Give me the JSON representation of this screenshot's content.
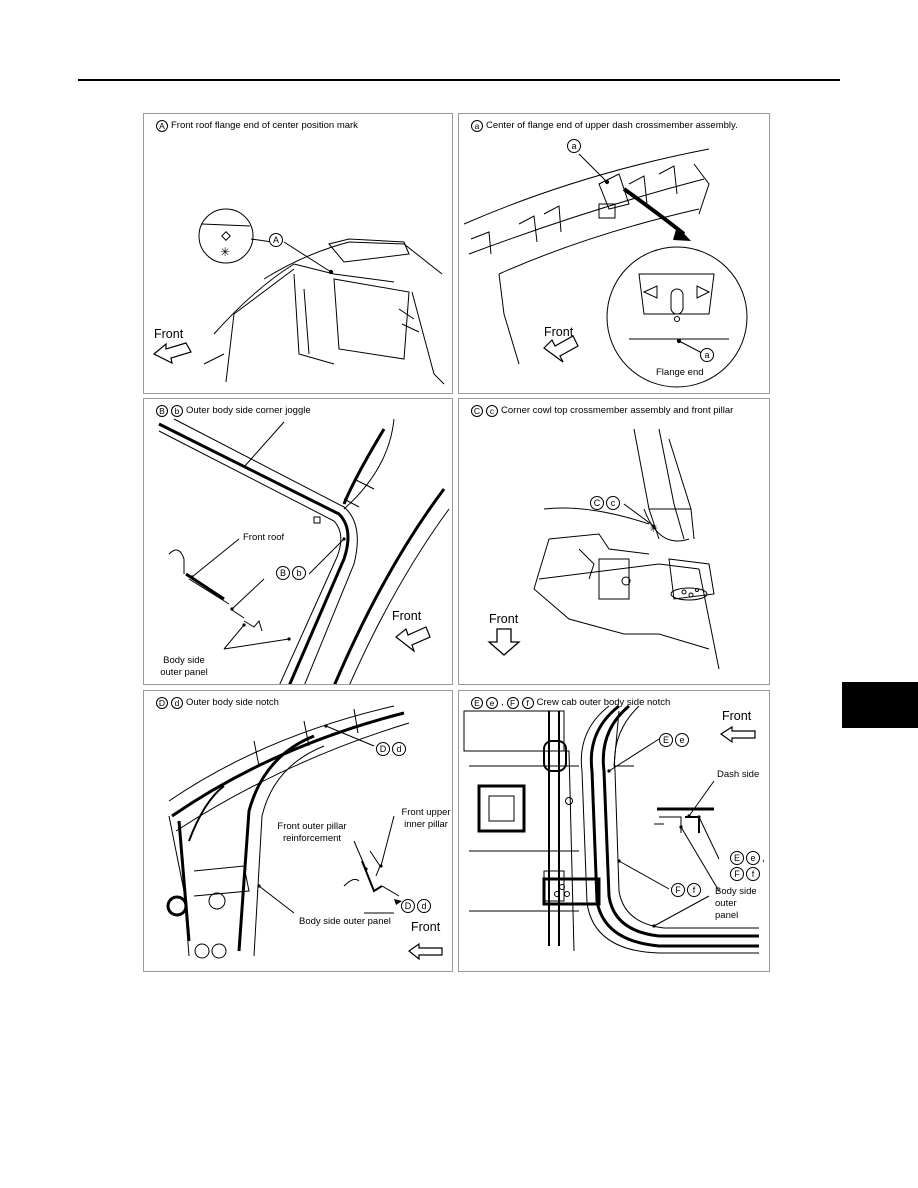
{
  "panels": {
    "a": {
      "title": "Front roof flange end of center position mark",
      "ref": [
        "A"
      ],
      "callout": "A",
      "front": "Front"
    },
    "b": {
      "title": "Center of flange end of upper dash crossmember assembly.",
      "ref": [
        "a"
      ],
      "callout_top": "a",
      "callout_zoom": "a",
      "front": "Front",
      "zoom_label": "Flange end"
    },
    "c": {
      "title": "Outer body side corner joggle",
      "ref": [
        "B",
        "b"
      ],
      "labels": {
        "front_roof": "Front roof",
        "body_side": "Body side",
        "outer_panel": "outer panel"
      },
      "callout": [
        "B",
        "b"
      ],
      "front": "Front"
    },
    "d": {
      "title": "Corner cowl top crossmember assembly and front pillar",
      "ref": [
        "C",
        "c"
      ],
      "callout": [
        "C",
        "c"
      ],
      "front": "Front"
    },
    "e": {
      "title": "Outer body side notch",
      "ref": [
        "D",
        "d"
      ],
      "labels": {
        "front_outer_pillar": "Front outer pillar",
        "reinforcement": "reinforcement",
        "front_upper": "Front upper",
        "inner_pillar": "inner pillar",
        "body_side_outer_panel": "Body side outer panel"
      },
      "callout_top": [
        "D",
        "d"
      ],
      "callout_bottom": [
        "D",
        "d"
      ],
      "front": "Front"
    },
    "f": {
      "title": "Crew cab outer body side notch",
      "ref": [
        "E",
        "e",
        "F",
        "f"
      ],
      "separator": ",",
      "labels": {
        "dash_side": "Dash side",
        "body_side": "Body side",
        "outer": "outer",
        "panel": "panel"
      },
      "callout_top": [
        "E",
        "e"
      ],
      "callout_right_1": [
        "E",
        "e"
      ],
      "callout_right_2": [
        "F",
        "f"
      ],
      "callout_right_sep": ",",
      "callout_bottom": [
        "F",
        "f"
      ],
      "front": "Front"
    }
  }
}
